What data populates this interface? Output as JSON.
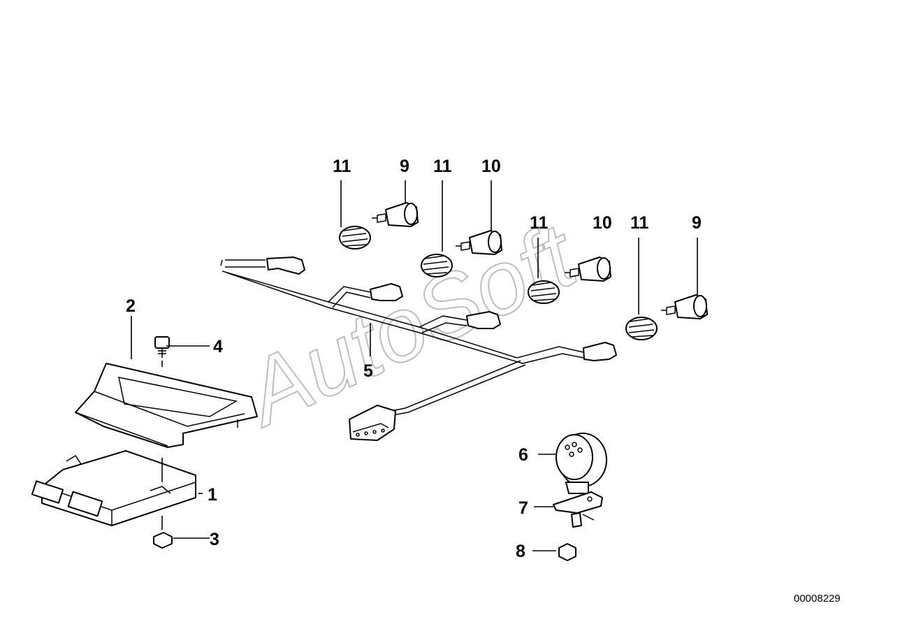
{
  "diagram": {
    "watermark": "AutoSoft",
    "document_number": "00008229",
    "callouts": {
      "p1": "1",
      "p2": "2",
      "p3": "3",
      "p4": "4",
      "p5": "5",
      "p6": "6",
      "p7": "7",
      "p8": "8",
      "p9a": "9",
      "p9b": "9",
      "p10a": "10",
      "p10b": "10",
      "p11a": "11",
      "p11b": "11",
      "p11c": "11",
      "p11d": "11"
    }
  }
}
